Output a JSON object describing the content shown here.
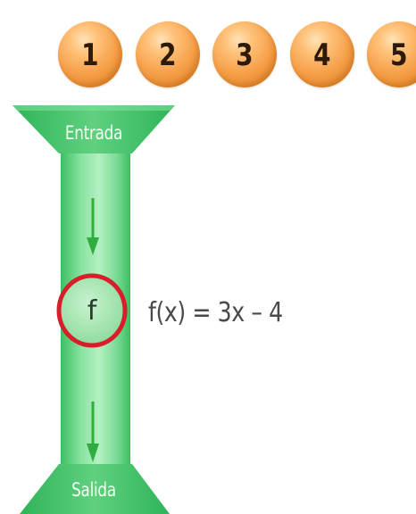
{
  "balls": [
    "1",
    "2",
    "3",
    "4",
    "5"
  ],
  "machine": {
    "input_label": "Entrada",
    "output_label": "Salida",
    "function_name": "f"
  },
  "formula": "f(x) = 3x – 4",
  "colors": {
    "ball_orange": "#f6a04a",
    "machine_green": "#5fd07f",
    "ring_red": "#d81e2a",
    "arrow_green": "#2fae3f"
  },
  "icons": [
    "down-arrow-icon",
    "down-arrow-icon"
  ]
}
